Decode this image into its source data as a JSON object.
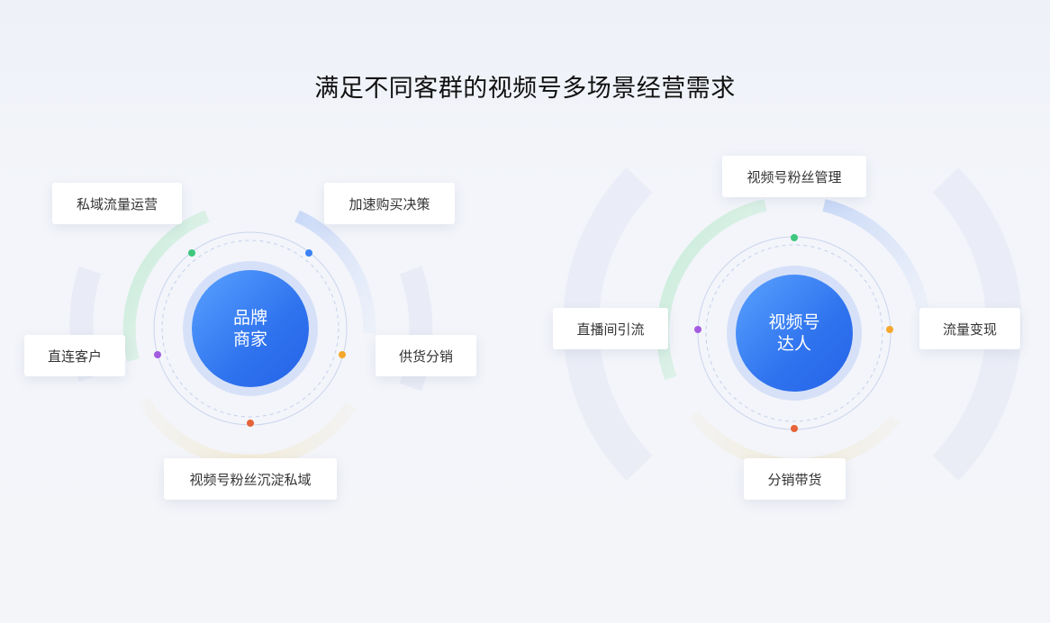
{
  "title": "满足不同客群的视频号多场景经营需求",
  "left_diagram": {
    "center_line1": "品牌",
    "center_line2": "商家",
    "labels": {
      "top_left": "私域流量运营",
      "top_right": "加速购买决策",
      "left": "直连客户",
      "right": "供货分销",
      "bottom": "视频号粉丝沉淀私域"
    }
  },
  "right_diagram": {
    "center_line1": "视频号",
    "center_line2": "达人",
    "labels": {
      "top": "视频号粉丝管理",
      "left": "直播间引流",
      "right": "流量变现",
      "bottom": "分销带货"
    }
  },
  "colors": {
    "accent_blue": "#2f73ee",
    "dot_green": "#3ec77d",
    "dot_blue": "#3b82f6",
    "dot_orange": "#f4a72c",
    "dot_red": "#e6643a",
    "dot_purple": "#a35be0"
  }
}
